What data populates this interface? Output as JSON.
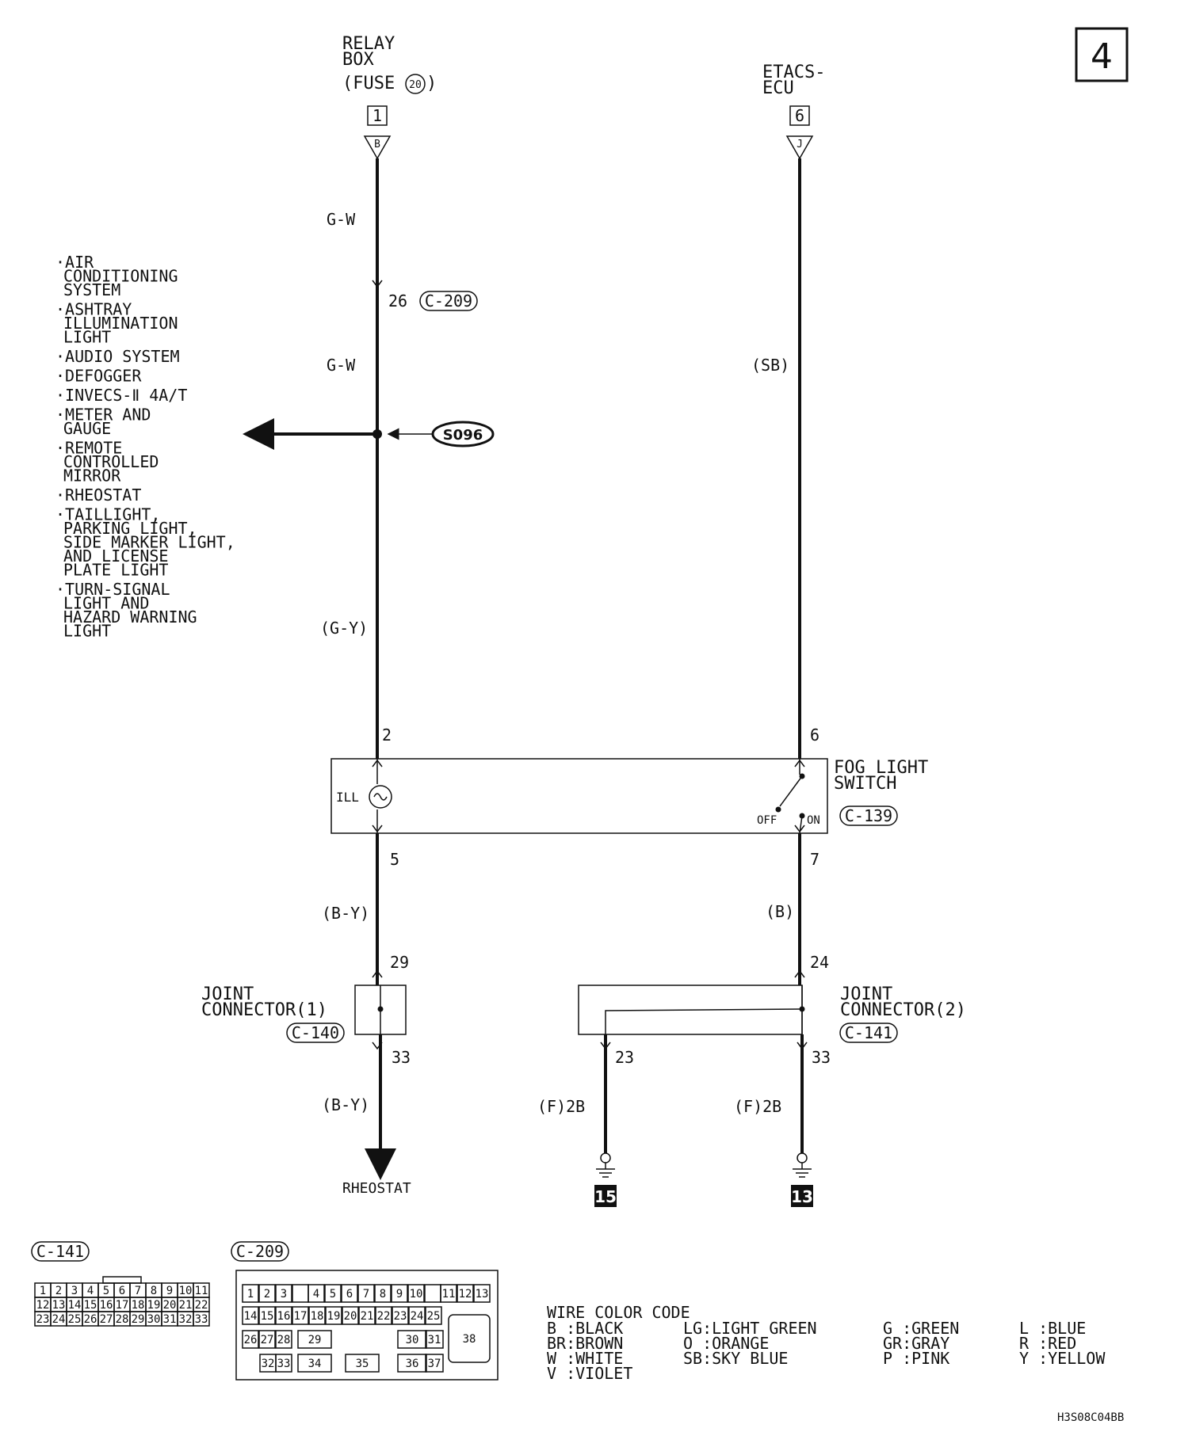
{
  "page_number": "4",
  "top_left": {
    "name_line1": "RELAY",
    "name_line2": "BOX",
    "fuse_label": "(FUSE",
    "fuse_number": "20",
    "fuse_close": ")",
    "terminal": "1",
    "plug": "B"
  },
  "top_right": {
    "name_line1": "ETACS-",
    "name_line2": "ECU",
    "terminal": "6",
    "plug": "J"
  },
  "wires": {
    "gw_upper": "G-W",
    "gw_lower": "G-W",
    "gy": "(G-Y)",
    "sb": "(SB)",
    "by_upper": "(B-Y)",
    "by_lower": "(B-Y)",
    "b": "(B)",
    "f2b_left": "(F)2B",
    "f2b_right": "(F)2B"
  },
  "c209_pin": {
    "pin": "26",
    "connector": "C-209"
  },
  "splice": "S096",
  "destinations": [
    [
      "·AIR",
      "CONDITIONING",
      "SYSTEM"
    ],
    [
      "·ASHTRAY",
      "ILLUMINATION",
      "LIGHT"
    ],
    [
      "·AUDIO SYSTEM"
    ],
    [
      "·DEFOGGER"
    ],
    [
      "·INVECS-Ⅱ 4A/T"
    ],
    [
      "·METER AND",
      "GAUGE"
    ],
    [
      "·REMOTE",
      "CONTROLLED",
      "MIRROR"
    ],
    [
      "·RHEOSTAT"
    ],
    [
      "·TAILLIGHT,",
      "PARKING LIGHT,",
      "SIDE MARKER LIGHT,",
      "AND LICENSE",
      "PLATE LIGHT"
    ],
    [
      "·TURN-SIGNAL",
      "LIGHT AND",
      "HAZARD WARNING",
      "LIGHT"
    ]
  ],
  "fog_switch": {
    "name_line1": "FOG LIGHT",
    "name_line2": "SWITCH",
    "connector": "C-139",
    "pin_top_left": "2",
    "pin_top_right": "6",
    "pin_bottom_left": "5",
    "pin_bottom_right": "7",
    "ill": "ILL",
    "off": "OFF",
    "on": "ON"
  },
  "joint1": {
    "name_line1": "JOINT",
    "name_line2": "CONNECTOR(1)",
    "connector": "C-140",
    "pin_in": "29",
    "pin_out": "33"
  },
  "joint2": {
    "name_line1": "JOINT",
    "name_line2": "CONNECTOR(2)",
    "connector": "C-141",
    "pin_in": "24",
    "pin_out_left": "23",
    "pin_out_right": "33"
  },
  "rheostat": "RHEOSTAT",
  "grounds": {
    "left": "15",
    "right": "13"
  },
  "c141_face": {
    "label": "C-141",
    "rows": [
      [
        "1",
        "2",
        "3",
        "4",
        "5",
        "6",
        "7",
        "8",
        "9",
        "10",
        "11"
      ],
      [
        "12",
        "13",
        "14",
        "15",
        "16",
        "17",
        "18",
        "19",
        "20",
        "21",
        "22"
      ],
      [
        "23",
        "24",
        "25",
        "26",
        "27",
        "28",
        "29",
        "30",
        "31",
        "32",
        "33"
      ]
    ]
  },
  "c209_face": {
    "label": "C-209",
    "row1": [
      "1",
      "2",
      "3",
      "4",
      "5",
      "6",
      "7",
      "8",
      "9",
      "10",
      "11",
      "12",
      "13"
    ],
    "row2": [
      "14",
      "15",
      "16",
      "17",
      "18",
      "19",
      "20",
      "21",
      "22",
      "23",
      "24",
      "25"
    ],
    "row3": [
      "26",
      "27",
      "28",
      "29",
      "30",
      "31"
    ],
    "row4": [
      "32",
      "33",
      "34",
      "35",
      "36",
      "37"
    ],
    "big": "38"
  },
  "wire_color_code": {
    "title": "WIRE COLOR CODE",
    "col1": [
      "B :BLACK",
      "BR:BROWN",
      "W :WHITE",
      "V :VIOLET"
    ],
    "col2": [
      "LG:LIGHT GREEN",
      "O :ORANGE",
      "SB:SKY BLUE"
    ],
    "col3": [
      "G :GREEN",
      "GR:GRAY",
      "P :PINK"
    ],
    "col4": [
      "L :BLUE",
      "R :RED",
      "Y :YELLOW"
    ]
  },
  "figure_code": "H3S08C04BB"
}
